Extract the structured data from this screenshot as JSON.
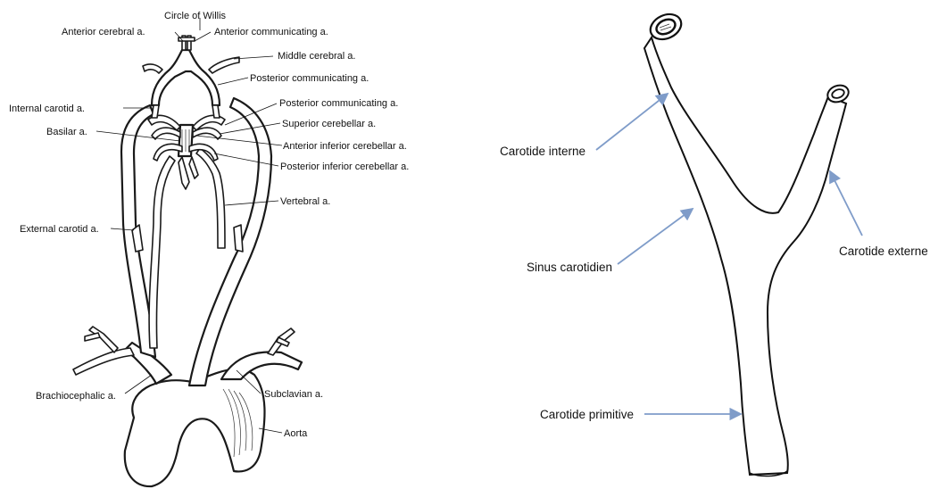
{
  "left_figure": {
    "labels": {
      "circle_of_willis": "Circle of Willis",
      "anterior_cerebral": "Anterior cerebral a.",
      "anterior_communicating": "Anterior communicating a.",
      "middle_cerebral": "Middle cerebral a.",
      "posterior_communicating_1": "Posterior communicating a.",
      "internal_carotid": "Internal carotid a.",
      "posterior_communicating_2": "Posterior communicating a.",
      "superior_cerebellar": "Superior cerebellar a.",
      "basilar": "Basilar a.",
      "anterior_inferior_cerebellar": "Anterior inferior cerebellar a.",
      "posterior_inferior_cerebellar": "Posterior inferior cerebellar a.",
      "vertebral": "Vertebral a.",
      "external_carotid": "External carotid a.",
      "brachiocephalic": "Brachiocephalic a.",
      "subclavian": "Subclavian a.",
      "aorta": "Aorta"
    }
  },
  "right_figure": {
    "labels": {
      "carotide_interne": "Carotide interne",
      "sinus_carotidien": "Sinus carotidien",
      "carotide_externe": "Carotide externe",
      "carotide_primitive": "Carotide primitive"
    },
    "arrow_color": "#7f9cc9"
  }
}
